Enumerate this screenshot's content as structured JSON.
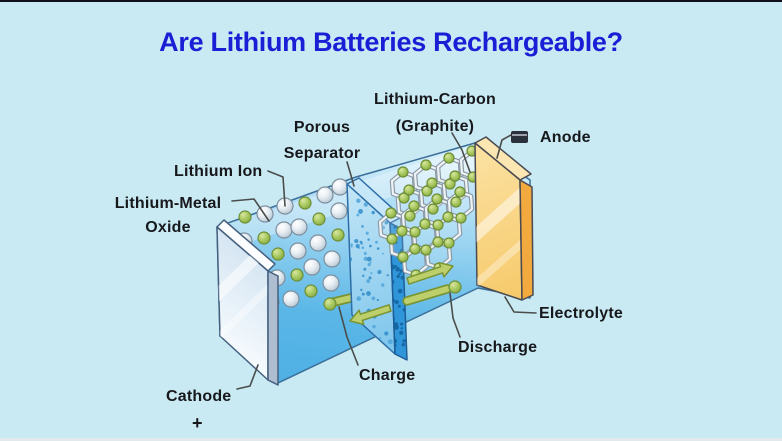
{
  "title": "Are Lithium Batteries Rechargeable?",
  "diagram": {
    "labels": {
      "lithium_carbon_line1": "Lithium-Carbon",
      "lithium_carbon_line2": "(Graphite)",
      "porous_line1": "Porous",
      "porous_line2": "Separator",
      "lithium_ion": "Lithium Ion",
      "lmo_line1": "Lithium-Metal",
      "lmo_line2": "Oxide",
      "anode": "Anode",
      "electrolyte": "Electrolyte",
      "discharge": "Discharge",
      "charge": "Charge",
      "cathode": "Cathode",
      "cathode_polarity": "+"
    },
    "icons": {
      "anode_terminal": "battery-terminal-icon"
    },
    "colors": {
      "background": "#c9eaf3",
      "title_blue": "#1a1fd6",
      "cell_blue": "#56b5e7",
      "separator_blue": "#a6d9f2",
      "separator_side_blue": "#2f96da",
      "anode_orange": "#f9d489",
      "anode_side_orange": "#f2a93e",
      "cathode_white": "#eef5fb",
      "cathode_side_gray": "#aebdd0",
      "ion_green": "#a6c75c",
      "arrow_green": "#bccf6a",
      "label_text": "#17181c",
      "leader_line": "#4a4d4a"
    }
  }
}
